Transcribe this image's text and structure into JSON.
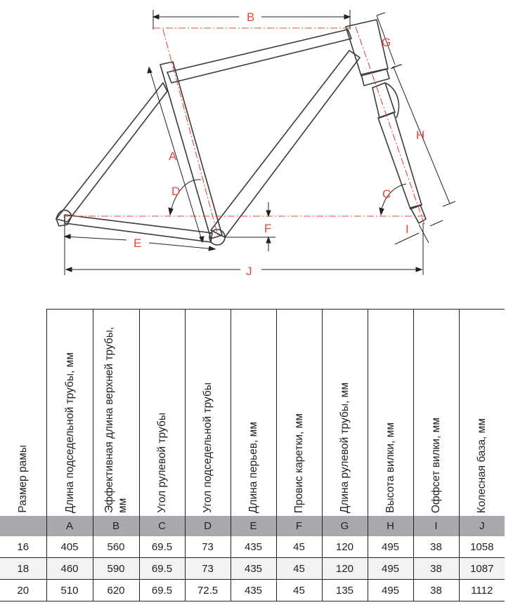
{
  "diagram": {
    "labels": [
      "B",
      "G",
      "A",
      "H",
      "D",
      "C",
      "F",
      "E",
      "I",
      "J"
    ],
    "colors": {
      "frame": "#3a3a3a",
      "dimension": "#e8453c",
      "guide": "#222222"
    }
  },
  "table": {
    "headers": [
      "Размер рамы",
      "Длина подседельной трубы,  мм",
      "Эффективная длина верхней трубы,  мм",
      "Угол рулевой трубы",
      "Угол подседельной трубы",
      "Длина перьев,  мм",
      "Провис каретки,  мм",
      "Длина рулевой трубы,  мм",
      "Высота вилки,  мм",
      "Оффсет вилки,  мм",
      "Колесная база,  мм"
    ],
    "letters": [
      "",
      "A",
      "B",
      "C",
      "D",
      "E",
      "F",
      "G",
      "H",
      "I",
      "J"
    ],
    "rows": [
      [
        "16",
        "405",
        "560",
        "69.5",
        "73",
        "435",
        "45",
        "120",
        "495",
        "38",
        "1058"
      ],
      [
        "18",
        "460",
        "590",
        "69.5",
        "73",
        "435",
        "45",
        "120",
        "495",
        "38",
        "1087"
      ],
      [
        "20",
        "510",
        "620",
        "69.5",
        "72.5",
        "435",
        "45",
        "135",
        "495",
        "38",
        "1112"
      ]
    ]
  }
}
